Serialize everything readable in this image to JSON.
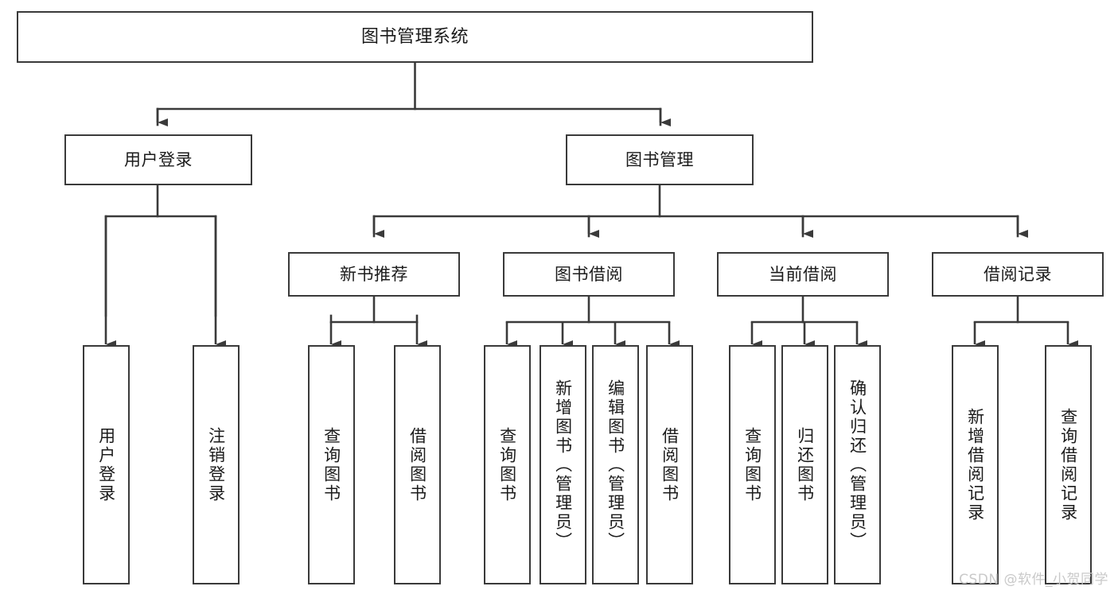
{
  "diagram": {
    "title": "图书管理系统",
    "type": "tree",
    "watermark": "CSDN @软件_小贺同学",
    "colors": {
      "box_border": "#3a3a3a",
      "box_fill": "#ffffff",
      "connector": "#3a3a3a",
      "text": "#1b1b1b",
      "watermark": "#c9c9c9"
    },
    "nodes": {
      "root": {
        "label": "图书管理系统"
      },
      "level2": [
        {
          "id": "user-login",
          "label": "用户登录"
        },
        {
          "id": "book-manage",
          "label": "图书管理"
        }
      ],
      "level3": [
        {
          "id": "new-book-recommend",
          "label": "新书推荐"
        },
        {
          "id": "book-borrow",
          "label": "图书借阅"
        },
        {
          "id": "current-borrow",
          "label": "当前借阅"
        },
        {
          "id": "borrow-record",
          "label": "借阅记录"
        }
      ],
      "leaves": {
        "user_login": [
          {
            "id": "leaf-user-login",
            "label": "用户登录"
          },
          {
            "id": "leaf-logout-login",
            "label": "注销登录"
          }
        ],
        "new_book_recommend": [
          {
            "id": "leaf-query-book-1",
            "label": "查询图书"
          },
          {
            "id": "leaf-borrow-book-1",
            "label": "借阅图书"
          }
        ],
        "book_borrow": [
          {
            "id": "leaf-query-book-2",
            "label": "查询图书"
          },
          {
            "id": "leaf-add-book",
            "label": "新增图书（管理员）"
          },
          {
            "id": "leaf-edit-book",
            "label": "编辑图书（管理员）"
          },
          {
            "id": "leaf-borrow-book-2",
            "label": "借阅图书"
          }
        ],
        "current_borrow": [
          {
            "id": "leaf-query-book-3",
            "label": "查询图书"
          },
          {
            "id": "leaf-return-book",
            "label": "归还图书"
          },
          {
            "id": "leaf-confirm-return",
            "label": "确认归还（管理员）"
          }
        ],
        "borrow_record": [
          {
            "id": "leaf-add-record",
            "label": "新增借阅记录"
          },
          {
            "id": "leaf-query-record",
            "label": "查询借阅记录"
          }
        ]
      }
    }
  }
}
